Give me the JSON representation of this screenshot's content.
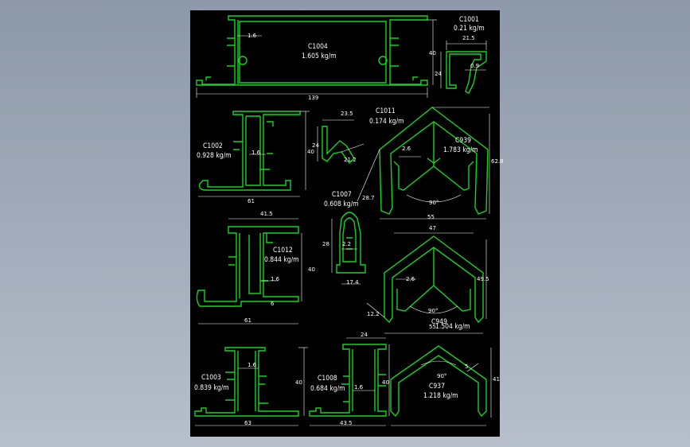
{
  "colors": {
    "sheet": "#000000",
    "profile": "#15d41f",
    "dimension": "#ffffff",
    "background": "#9aa5b4"
  },
  "profiles": {
    "c1004": {
      "code": "C1004",
      "weight": "1.605 kg/m",
      "dim_thickness": "1.6",
      "dim_height": "40",
      "dim_width": "139"
    },
    "c1001": {
      "code": "C1001",
      "weight": "0.21 kg/m",
      "dim_width": "21.5",
      "dim_height": "24",
      "dim_inner": "0.9"
    },
    "c1002": {
      "code": "C1002",
      "weight": "0.928 kg/m",
      "dim_thickness": "1.6",
      "dim_height": "40",
      "dim_width": "61"
    },
    "c1011": {
      "code": "C1011",
      "weight": "0.174 kg/m",
      "dim_width": "23.5",
      "dim_height": "24",
      "dim_slope": "21.2"
    },
    "c939": {
      "code": "C939",
      "weight": "1.783 kg/m",
      "dim_thickness": "2.6",
      "dim_height": "62.8",
      "dim_diag": "28.7",
      "dim_width": "55",
      "angle": "90°"
    },
    "c1007": {
      "code": "C1007",
      "weight": "0.608 kg/m",
      "dim_height": "28",
      "dim_inner": "2.2",
      "dim_width": "17.4"
    },
    "c1012": {
      "code": "C1012",
      "weight": "0.844 kg/m",
      "dim_top": "41.5",
      "dim_thickness": "1.6",
      "dim_height": "40",
      "dim_small": "6",
      "dim_width": "61"
    },
    "c949": {
      "code": "C949",
      "weight": "1.504 kg/m",
      "dim_top": "47",
      "dim_thickness": "2.6",
      "dim_height": "49.5",
      "dim_diag": "12.2",
      "dim_width": "55",
      "angle": "90°"
    },
    "c1003": {
      "code": "C1003",
      "weight": "0.839 kg/m",
      "dim_thickness": "1.6",
      "dim_height": "40",
      "dim_width": "63"
    },
    "c1008": {
      "code": "C1008",
      "weight": "0.684 kg/m",
      "dim_top": "24",
      "dim_thickness": "1.6",
      "dim_height": "40",
      "dim_width": "43.5"
    },
    "c937": {
      "code": "C937",
      "weight": "1.218 kg/m",
      "dim_side": "5",
      "dim_height": "41",
      "angle": "90°"
    }
  }
}
